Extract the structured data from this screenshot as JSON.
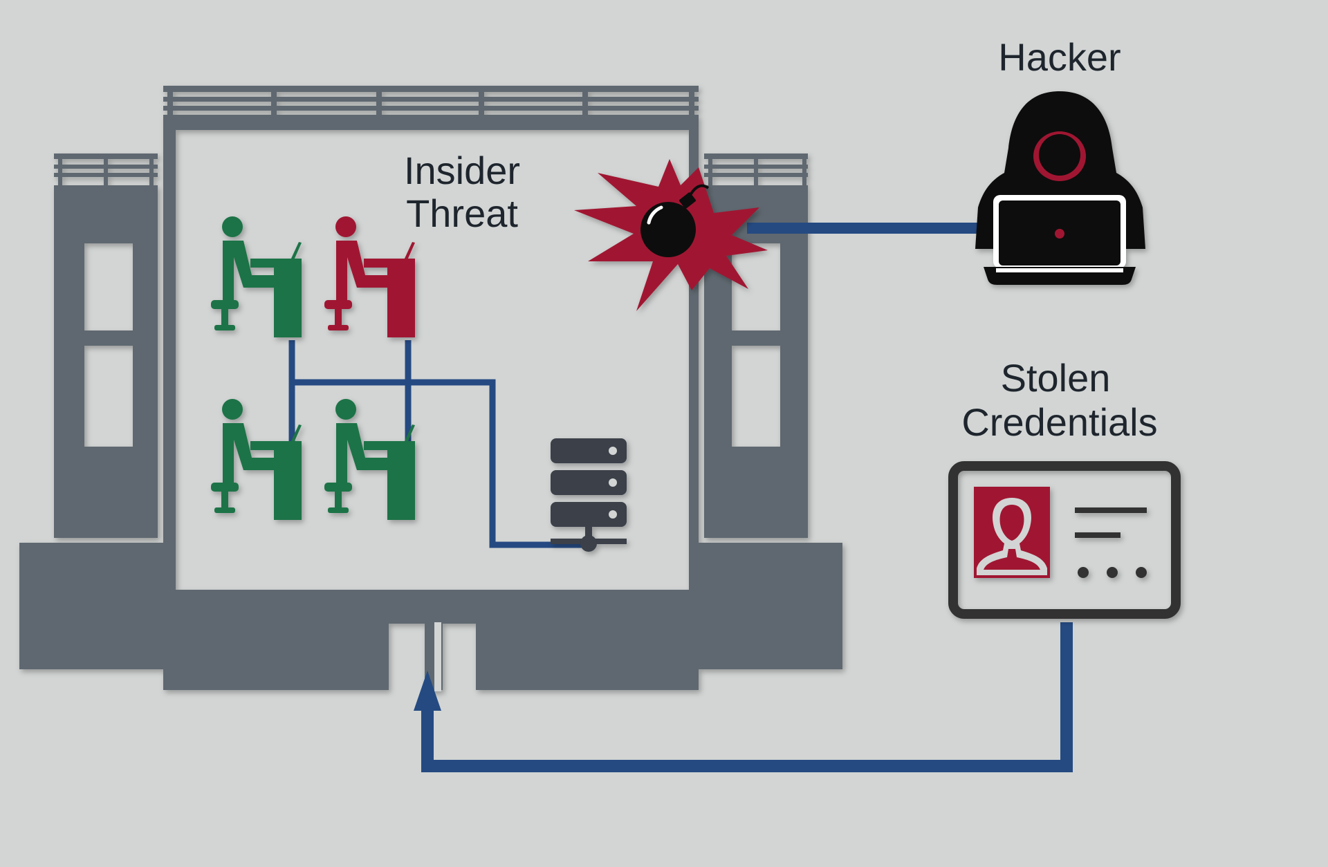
{
  "labels": {
    "insider_line1": "Insider",
    "insider_line2": "Threat",
    "hacker": "Hacker",
    "stolen_line1": "Stolen",
    "stolen_line2": "Credentials"
  },
  "colors": {
    "background": "#d2d5d4",
    "building": "#5e6870",
    "wire": "#254a82",
    "green": "#1f7347",
    "red": "#a01830",
    "server": "#3a4148",
    "text": "#1e252d",
    "black": "#0c0c0c"
  },
  "icons": {
    "workers": [
      "person-at-desk-green",
      "person-at-desk-red",
      "person-at-desk-green",
      "person-at-desk-green"
    ],
    "server": "server-rack-icon",
    "threat": "bomb-explosion-icon",
    "hacker": "hooded-hacker-laptop-icon",
    "credentials": "id-card-icon"
  }
}
